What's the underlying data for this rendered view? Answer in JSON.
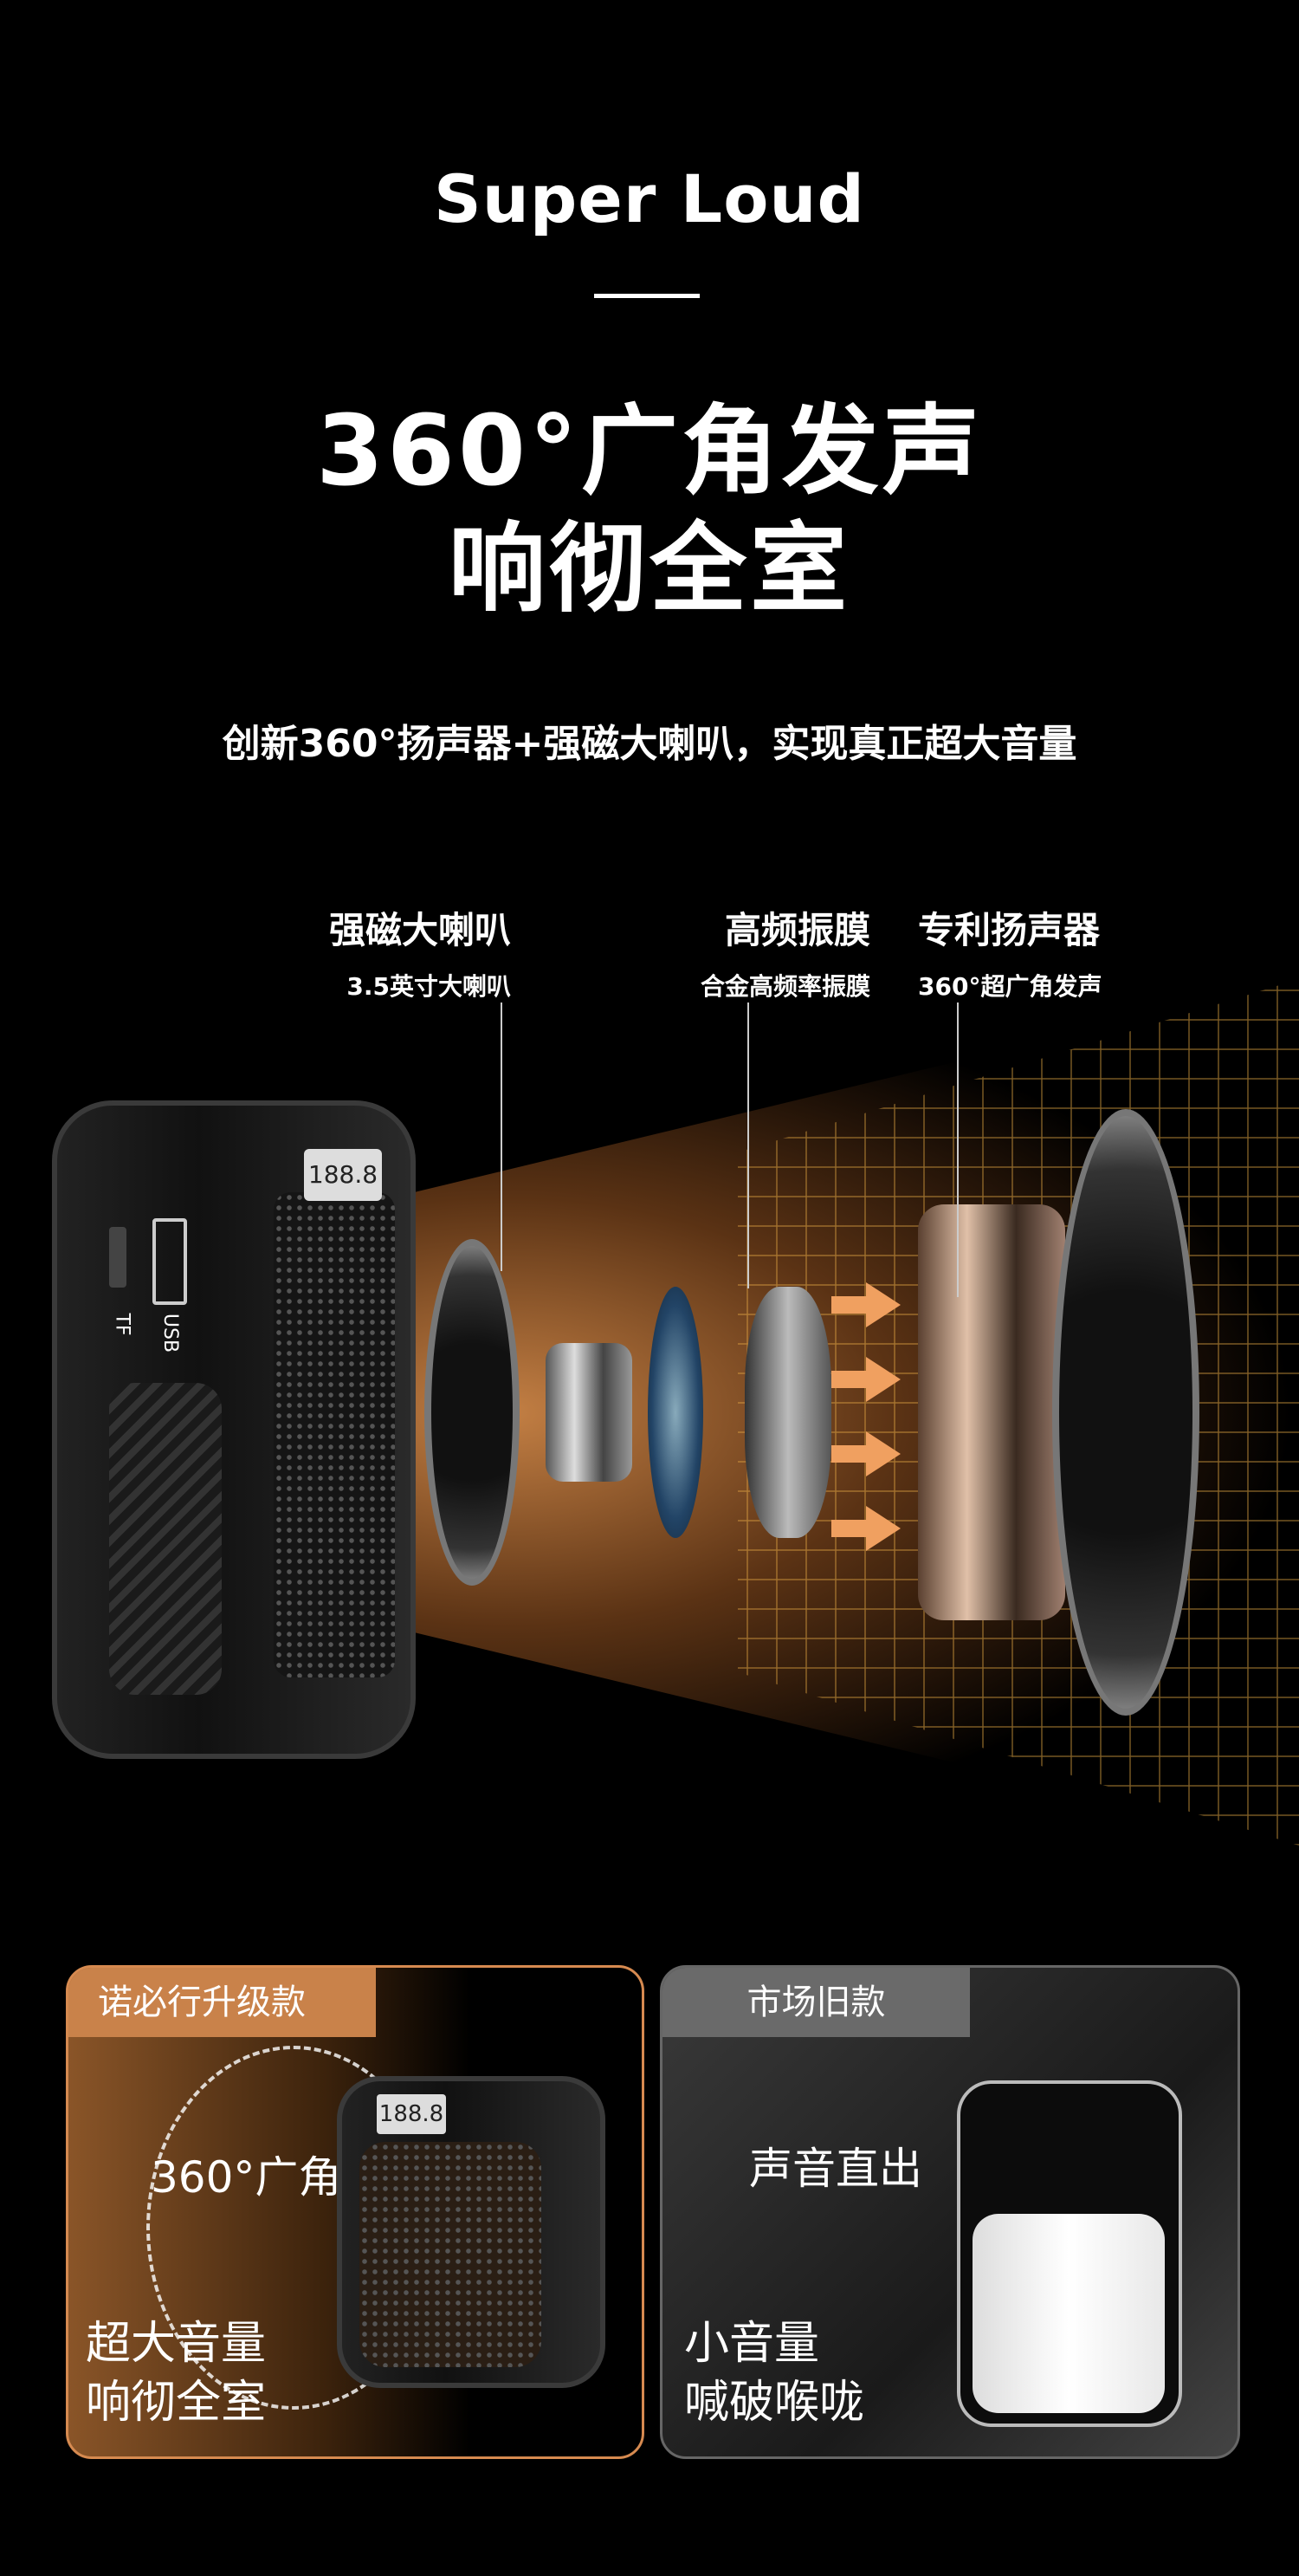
{
  "header": {
    "en_title": "Super Loud",
    "title_line1": "360°广角发声",
    "title_line2": "响彻全室",
    "subtitle": "创新360°扬声器+强磁大喇叭，实现真正超大音量"
  },
  "components": [
    {
      "title": "强磁大喇叭",
      "sub": "3.5英寸大喇叭"
    },
    {
      "title": "高频振膜",
      "sub": "合金高频率振膜"
    },
    {
      "title": "专利扬声器",
      "sub": "360°超广角发声"
    }
  ],
  "device": {
    "display": "188.8",
    "port_tf": "TF",
    "port_usb": "USB"
  },
  "comparison": {
    "new": {
      "tag": "诺必行升级款",
      "feature": "360°广角",
      "line1": "超大音量",
      "line2": "响彻全室",
      "display": "188.8"
    },
    "old": {
      "tag": "市场旧款",
      "feature": "声音直出",
      "line1": "小音量",
      "line2": "喊破喉咙"
    }
  },
  "colors": {
    "accent": "#c9824a",
    "glow": "#f0a060"
  }
}
